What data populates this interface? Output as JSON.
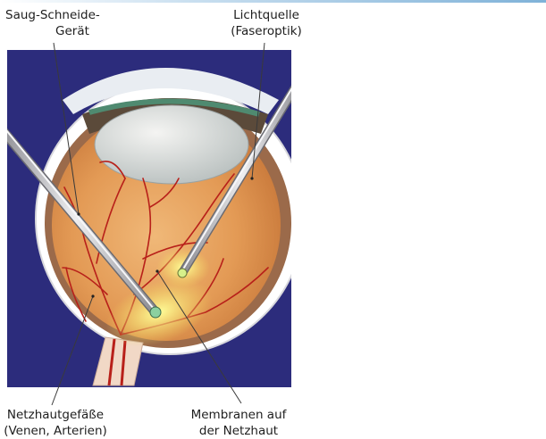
{
  "labels": {
    "saug_line1": "Saug-Schneide-",
    "saug_line2": "Gerät",
    "licht_line1": "Lichtquelle",
    "licht_line2": "(Faseroptik)",
    "netz_line1": "Netzhautgefäße",
    "netz_line2": "(Venen, Arterien)",
    "memb_line1": "Membranen auf",
    "memb_line2": "der Netzhaut"
  },
  "colors": {
    "background_panel": "#2c2c7c",
    "eye_fluid": "#e8a05a",
    "instrument": "#c8c8cc",
    "vessel": "#b8201a",
    "light_glow": "#f4f07a"
  }
}
